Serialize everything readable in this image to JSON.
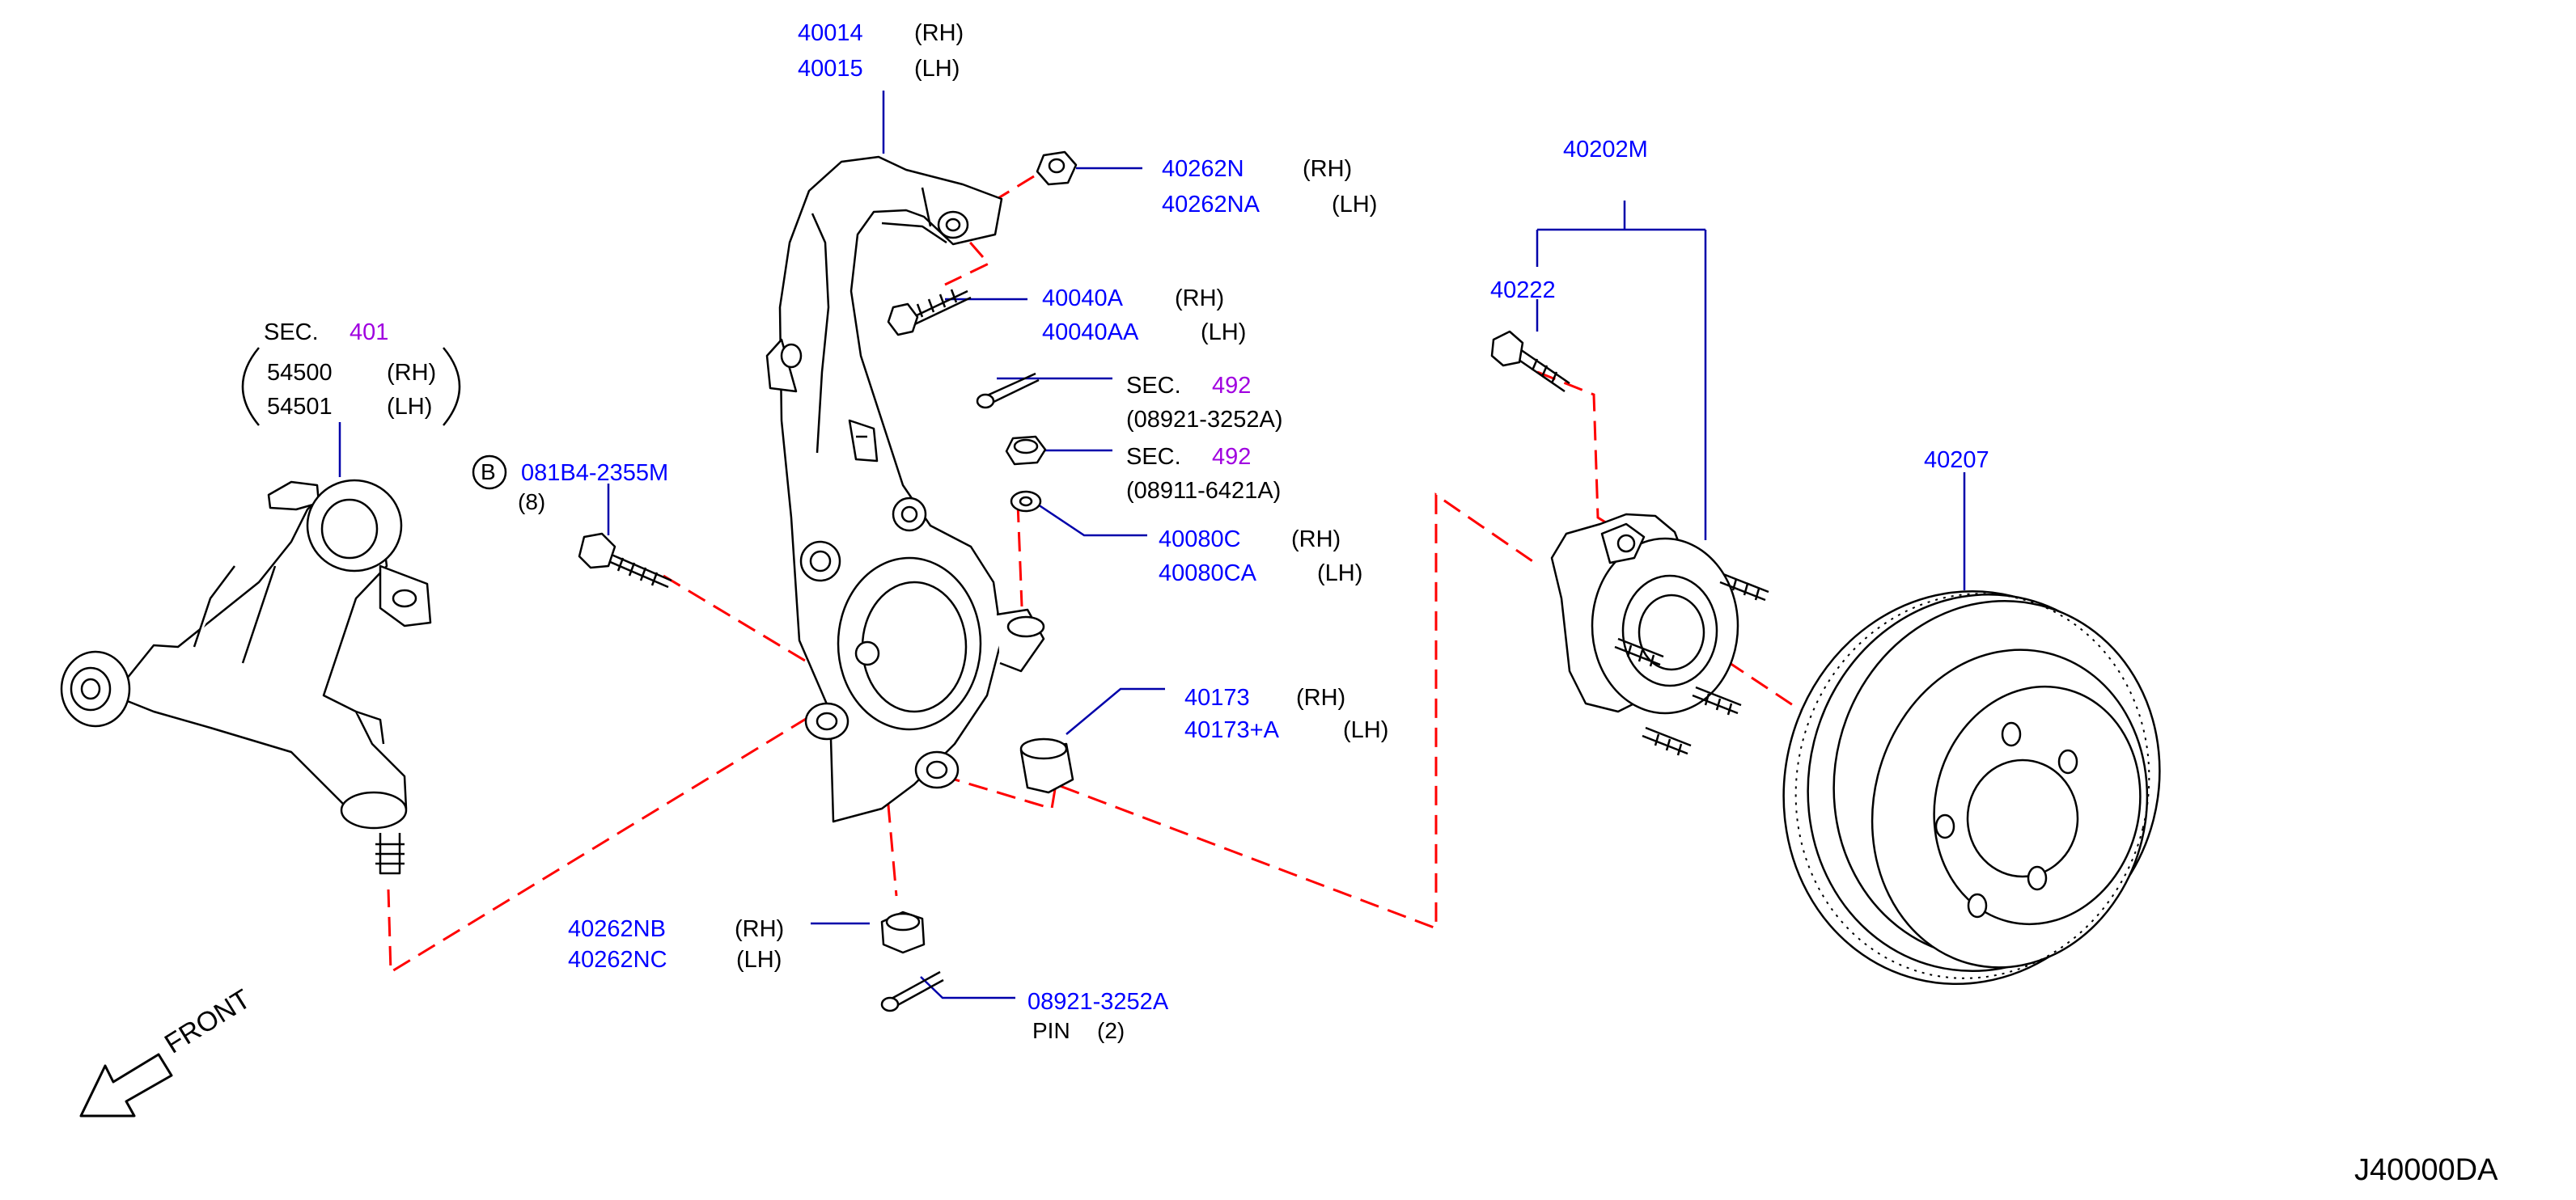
{
  "colors": {
    "part_number": "#0000ff",
    "section_ref": "#a000e0",
    "text": "#000000",
    "leader": "#0000aa",
    "dash": "#ff0000",
    "line": "#000000"
  },
  "labels": {
    "p40014": {
      "num": "40014",
      "side": "(RH)"
    },
    "p40015": {
      "num": "40015",
      "side": "(LH)"
    },
    "p40262N": {
      "num": "40262N",
      "side": "(RH)"
    },
    "p40262NA": {
      "num": "40262NA",
      "side": "(LH)"
    },
    "p40040A": {
      "num": "40040A",
      "side": "(RH)"
    },
    "p40040AA": {
      "num": "40040AA",
      "side": "(LH)"
    },
    "sec492a": {
      "prefix": "SEC.",
      "num": "492",
      "sub": "(08921-3252A)"
    },
    "sec492b": {
      "prefix": "SEC.",
      "num": "492",
      "sub": "(08911-6421A)"
    },
    "p40080C": {
      "num": "40080C",
      "side": "(RH)"
    },
    "p40080CA": {
      "num": "40080CA",
      "side": "(LH)"
    },
    "p40173": {
      "num": "40173",
      "side": "(RH)"
    },
    "p40173A": {
      "num": "40173+A",
      "side": "(LH)"
    },
    "p40262NB": {
      "num": "40262NB",
      "side": "(RH)"
    },
    "p40262NC": {
      "num": "40262NC",
      "side": "(LH)"
    },
    "p08921": {
      "num": "08921-3252A",
      "name": "PIN",
      "qty": "(2)"
    },
    "sec401": {
      "prefix": "SEC.",
      "num": "401",
      "rows": [
        {
          "num": "54500",
          "side": "(RH)"
        },
        {
          "num": "54501",
          "side": "(LH)"
        }
      ]
    },
    "bolt": {
      "badge": "B",
      "num": "081B4-2355M",
      "qty": "(8)"
    },
    "p40202M": {
      "num": "40202M"
    },
    "p40222": {
      "num": "40222"
    },
    "p40207": {
      "num": "40207"
    },
    "front": "FRONT",
    "diagram_code": "J40000DA"
  }
}
